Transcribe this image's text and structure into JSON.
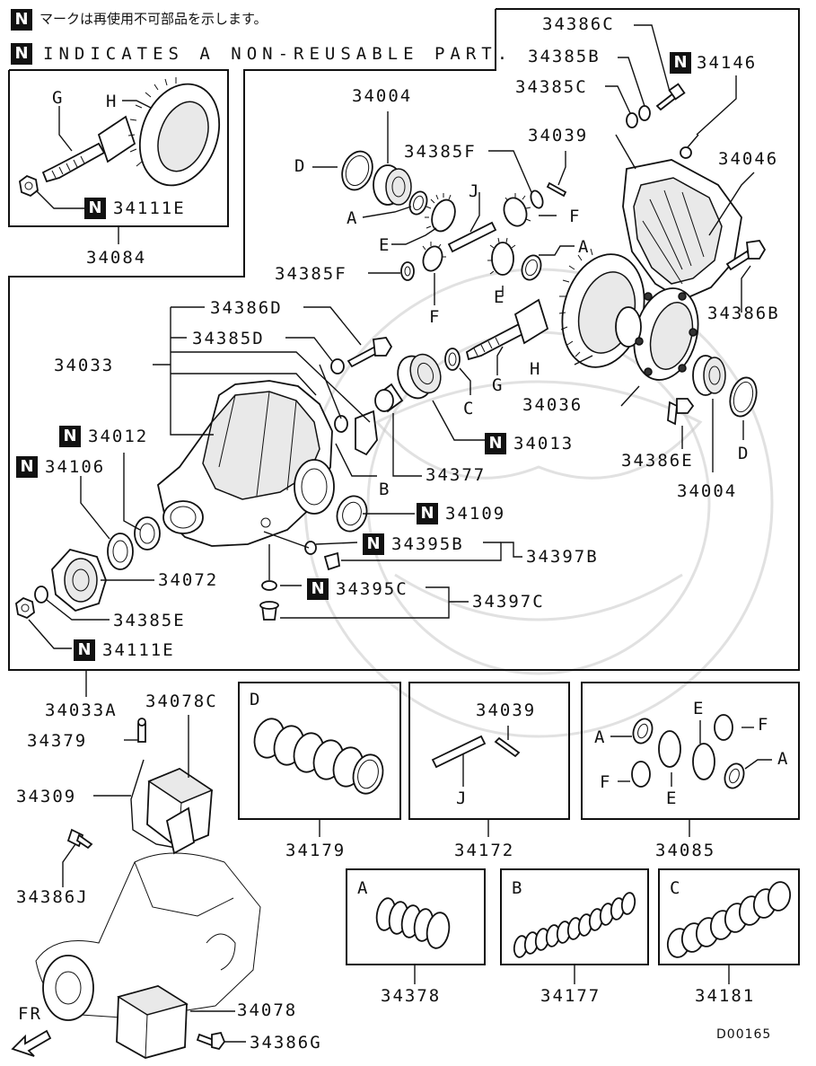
{
  "header": {
    "badge": "N",
    "line_jp": "マークは再使用不可部品を示します。",
    "line_en": "INDICATES A NON-REUSABLE PART."
  },
  "drawing_code": "D00165",
  "labels": {
    "p34386C": "34386C",
    "p34385B": "34385B",
    "p34146": "34146",
    "p34385C": "34385C",
    "p34004_top": "34004",
    "p34039_top": "34039",
    "p34385F_top": "34385F",
    "p34046": "34046",
    "D_top": "D",
    "J_top": "J",
    "A_top": "A",
    "F_top": "F",
    "E_top": "E",
    "A_top2": "A",
    "p34385F_mid": "34385F",
    "E_mid": "E",
    "F_mid": "F",
    "p34386B": "34386B",
    "p34386D": "34386D",
    "p34385D": "34385D",
    "p34033": "34033",
    "G_mid": "G",
    "H_mid": "H",
    "C_mid": "C",
    "p34036": "34036",
    "p34012": "34012",
    "p34013": "34013",
    "p34106": "34106",
    "p34377": "34377",
    "B_mid": "B",
    "p34386E": "34386E",
    "D_mid": "D",
    "p34004_mid": "34004",
    "p34109": "34109",
    "p34395B": "34395B",
    "p34397B": "34397B",
    "p34072": "34072",
    "p34395C": "34395C",
    "p34397C": "34397C",
    "p34385E": "34385E",
    "p34111E_main": "34111E",
    "G_inset": "G",
    "H_inset": "H",
    "p34111E_inset": "34111E",
    "p34084": "34084",
    "p34033A": "34033A",
    "p34078C": "34078C",
    "p34379": "34379",
    "p34309": "34309",
    "p34386J": "34386J",
    "p34078": "34078",
    "p34386G": "34386G",
    "FR": "FR",
    "kit_D": "D",
    "kit_34039": "34039",
    "kit_J": "J",
    "kit_A1": "A",
    "kit_E1": "E",
    "kit_F1": "F",
    "kit_A2": "A",
    "kit_F2": "F",
    "kit_E2": "E",
    "p34179": "34179",
    "p34172": "34172",
    "p34085": "34085",
    "kit_A": "A",
    "kit_B": "B",
    "kit_C": "C",
    "p34378": "34378",
    "p34177": "34177",
    "p34181": "34181"
  }
}
